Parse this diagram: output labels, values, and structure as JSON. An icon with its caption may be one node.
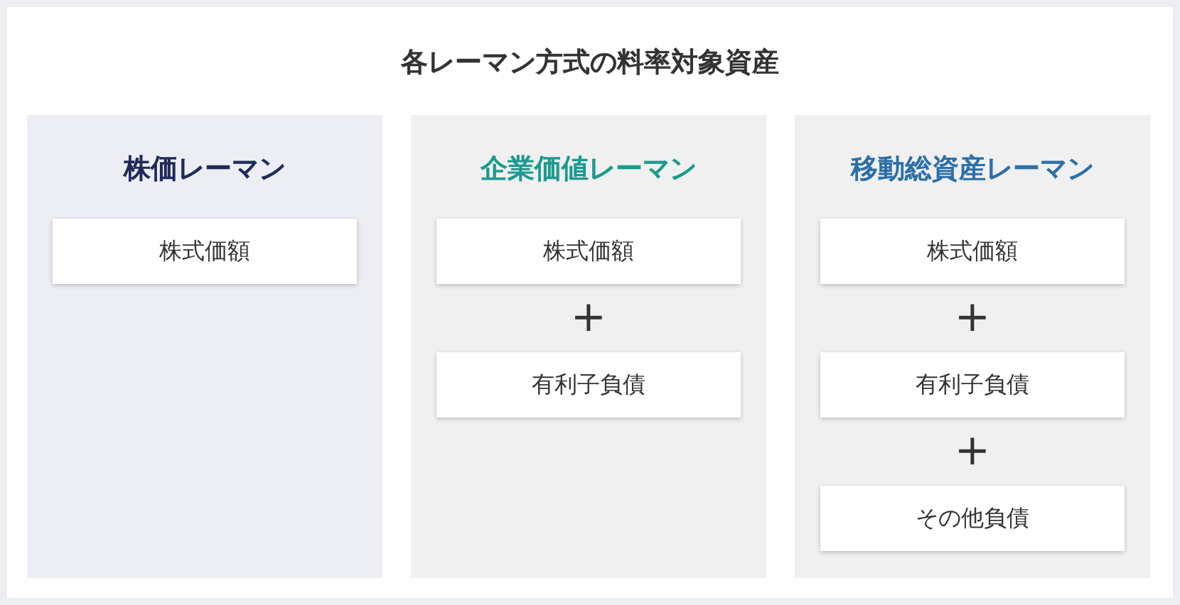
{
  "diagram": {
    "title": "各レーマン方式の料率対象資産",
    "nodes": [
      {
        "text": [
          "株価レーマン"
        ]
      },
      {
        "text": [
          "株式価額"
        ],
        "in": 0
      },
      {
        "text": [
          "企業価値レーマン"
        ]
      },
      {
        "text": [
          "株式価額"
        ],
        "in": 2
      },
      {
        "text": [
          "有利子負債"
        ],
        "in": 2
      },
      {
        "text": [
          "移動総資産レーマン"
        ]
      },
      {
        "text": [
          "株式価額"
        ],
        "in": 5
      },
      {
        "text": [
          "有利子負債"
        ],
        "in": 5
      },
      {
        "text": [
          "その他負債"
        ],
        "in": 5
      }
    ],
    "labels": [
      "+",
      "+",
      "+"
    ]
  }
}
